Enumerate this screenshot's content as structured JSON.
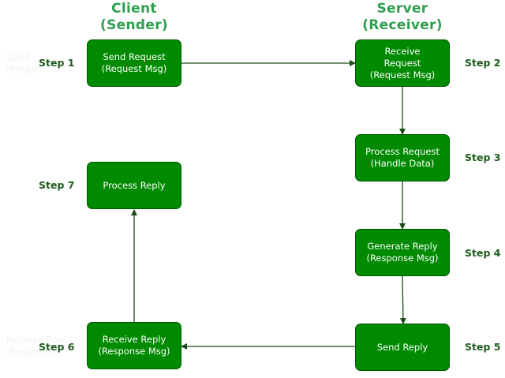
{
  "columns": {
    "client": {
      "line1": "Client",
      "line2": "(Sender)"
    },
    "server": {
      "line1": "Server",
      "line2": "(Receiver)"
    }
  },
  "nodes": {
    "send_request": {
      "lines": [
        "Send Request",
        "(Request Msg)"
      ]
    },
    "receive_request": {
      "lines": [
        "Receive",
        "Request",
        "(Request Msg)"
      ]
    },
    "process_request": {
      "lines": [
        "Process Request",
        "(Handle Data)"
      ]
    },
    "generate_reply": {
      "lines": [
        "Generate Reply",
        "(Response Msg)"
      ]
    },
    "send_reply": {
      "lines": [
        "Send Reply"
      ]
    },
    "receive_reply": {
      "lines": [
        "Receive Reply",
        "(Response Msg)"
      ]
    },
    "process_reply": {
      "lines": [
        "Process Reply"
      ]
    }
  },
  "steps": {
    "s1": "Step 1",
    "s2": "Step 2",
    "s3": "Step 3",
    "s4": "Step 4",
    "s5": "Step 5",
    "s6": "Step 6",
    "s7": "Step 7"
  },
  "colors": {
    "node_fill": "#008a00",
    "node_border": "#005700",
    "title": "#2e9e4f",
    "step": "#1e5c1e",
    "arrow": "#1a4d1a"
  }
}
